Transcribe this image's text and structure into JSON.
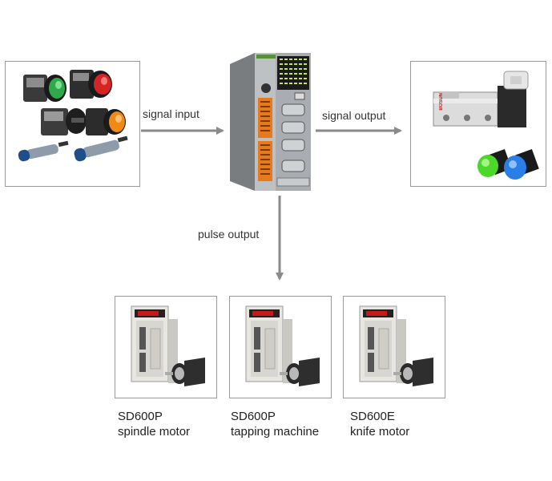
{
  "labels": {
    "signal_input": "signal input",
    "signal_output": "signal output",
    "pulse_output": "pulse output"
  },
  "devices": [
    {
      "model": "SD600P",
      "description": "spindle motor"
    },
    {
      "model": "SD600P",
      "description": "tapping machine"
    },
    {
      "model": "SD600E",
      "description": "knife motor"
    }
  ],
  "valve_brand": "BOSUN",
  "colors": {
    "arrow": "#8a8a8a",
    "box_border": "#9a9a9a",
    "controller_green": "#5a8f3c",
    "terminal_orange": "#e87a1e",
    "button_green": "#2faa4a",
    "button_red": "#d42424",
    "button_orange": "#f08a16",
    "lamp_green": "#4cd82a",
    "lamp_blue": "#2a7ee8"
  }
}
